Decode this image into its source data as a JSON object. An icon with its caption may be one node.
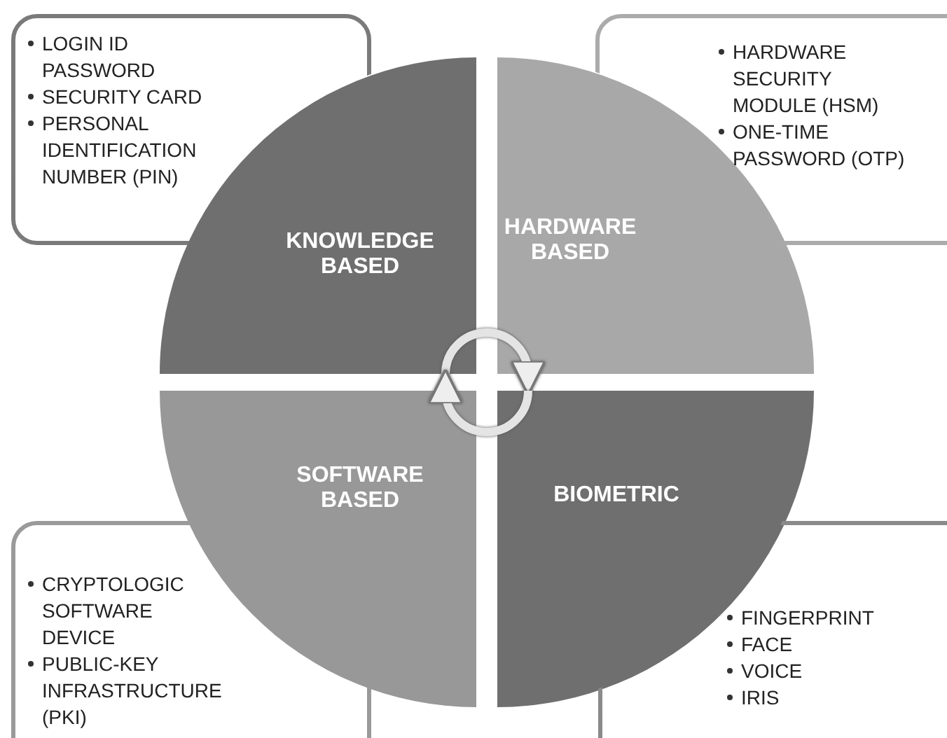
{
  "diagram": {
    "nodes": [
      {
        "text": [
          "LOGIN ID PASSWORD",
          "SECURITY CARD",
          "PERSONAL IDENTIFICATION NUMBER (PIN)"
        ]
      },
      {
        "text": [
          "HARDWARE SECURITY MODULE (HSM)",
          "ONE-TIME PASSWORD (OTP)"
        ]
      },
      {
        "text": [
          "KNOWLEDGE BASED"
        ]
      },
      {
        "text": [
          "HARDWARE BASED"
        ]
      },
      {
        "text": [
          "SOFTWARE BASED"
        ]
      },
      {
        "text": [
          "BIOMETRIC"
        ]
      },
      {
        "text": [
          "CRYPTOLOGIC SOFTWARE DEVICE",
          "PUBLIC-KEY INFRASTRUCTURE (PKI)"
        ]
      },
      {
        "text": [
          "FINGERPRINT",
          "FACE",
          "VOICE",
          "IRIS"
        ]
      }
    ],
    "edges": [
      {
        "from": 2,
        "to": 3,
        "arrow": "to"
      },
      {
        "from": 5,
        "to": 4,
        "arrow": "to"
      }
    ]
  }
}
